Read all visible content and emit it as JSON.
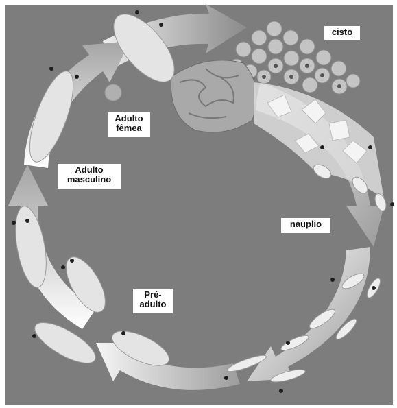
{
  "labels": {
    "cisto": "cisto",
    "adulto_femea_line1": "Adulto",
    "adulto_femea_line2": "fêmea",
    "adulto_masculino_line1": "Adulto",
    "adulto_masculino_line2": "masculino",
    "nauplio": "nauplio",
    "pre_adulto_line1": "Pré-",
    "pre_adulto_line2": "adulto"
  },
  "colors": {
    "background": "#7d7d7d",
    "ring_light": "#f2f2f2",
    "ring_mid": "#bdbdbd",
    "cyst": "#c9c9c9",
    "label_bg": "#ffffff"
  }
}
